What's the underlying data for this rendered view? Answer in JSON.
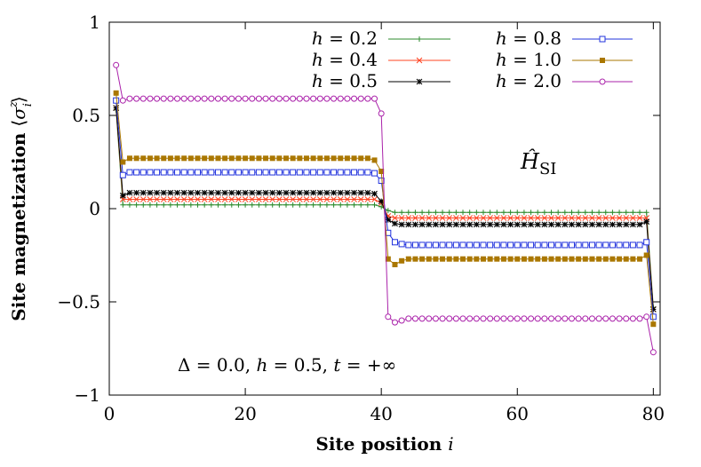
{
  "chart_data": {
    "type": "line",
    "xlabel": "Site position i",
    "ylabel": "Site magnetization ⟨σᶻᵢ⟩",
    "xlim": [
      0,
      81
    ],
    "ylim": [
      -1,
      1
    ],
    "xticks": [
      "0",
      "20",
      "40",
      "60",
      "80"
    ],
    "yticks": [
      "−1",
      "−0.5",
      "0",
      "0.5",
      "1"
    ],
    "grid": false,
    "legend_position": "top",
    "annotations": {
      "hamiltonian": "Ĥ_SI",
      "parameters": "Δ = 0.0,  h = 0.5,  t = +∞"
    },
    "n_sites": 80,
    "series": [
      {
        "name": "h = 0.2",
        "color": "#2e8b2e",
        "marker": "plus",
        "bulk": 0.02,
        "ends": [
          0.53,
          -0.53
        ],
        "left_interface": [
          0.02,
          0.02,
          0.02,
          0.01
        ],
        "right_interface": [
          -0.01,
          -0.02,
          -0.02,
          -0.02
        ],
        "near_end": [
          0.02,
          -0.02
        ]
      },
      {
        "name": "h = 0.4",
        "color": "#ff4422",
        "marker": "cross",
        "bulk": 0.05,
        "ends": [
          0.54,
          -0.54
        ],
        "left_interface": [
          0.05,
          0.05,
          0.05,
          0.03
        ],
        "right_interface": [
          -0.04,
          -0.05,
          -0.05,
          -0.05
        ],
        "near_end": [
          0.05,
          -0.05
        ]
      },
      {
        "name": "h = 0.5",
        "color": "#000000",
        "marker": "star",
        "bulk": 0.085,
        "ends": [
          0.54,
          -0.54
        ],
        "left_interface": [
          0.085,
          0.085,
          0.08,
          0.04
        ],
        "right_interface": [
          -0.06,
          -0.08,
          -0.085,
          -0.085
        ],
        "near_end": [
          0.07,
          -0.07
        ]
      },
      {
        "name": "h = 0.8",
        "color": "#2233dd",
        "marker": "square-open",
        "bulk": 0.195,
        "ends": [
          0.58,
          -0.58
        ],
        "left_interface": [
          0.195,
          0.195,
          0.19,
          0.15
        ],
        "right_interface": [
          -0.13,
          -0.18,
          -0.19,
          -0.195
        ],
        "near_end": [
          0.18,
          -0.18
        ]
      },
      {
        "name": "h = 1.0",
        "color": "#aa7700",
        "marker": "square-filled",
        "bulk": 0.27,
        "ends": [
          0.62,
          -0.62
        ],
        "left_interface": [
          0.27,
          0.27,
          0.26,
          0.2
        ],
        "right_interface": [
          -0.27,
          -0.3,
          -0.28,
          -0.27
        ],
        "near_end": [
          0.25,
          -0.25
        ]
      },
      {
        "name": "h = 2.0",
        "color": "#aa22aa",
        "marker": "circle-open",
        "bulk": 0.59,
        "ends": [
          0.77,
          -0.77
        ],
        "left_interface": [
          0.59,
          0.59,
          0.59,
          0.51
        ],
        "right_interface": [
          -0.58,
          -0.61,
          -0.6,
          -0.59
        ],
        "near_end": [
          0.58,
          -0.58
        ]
      }
    ]
  }
}
